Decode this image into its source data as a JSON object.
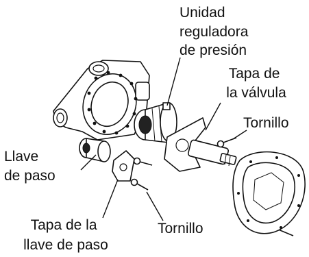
{
  "labels": {
    "pressure_unit": [
      "Unidad",
      "reguladora",
      "de presión"
    ],
    "valve_cover": [
      "Tapa de",
      "la válvula"
    ],
    "screw_top": "Tornillo",
    "stop_valve": [
      "Llave",
      "de paso"
    ],
    "stop_cover": [
      "Tapa de la",
      "llave de paso"
    ],
    "screw_bottom": "Tornillo"
  }
}
